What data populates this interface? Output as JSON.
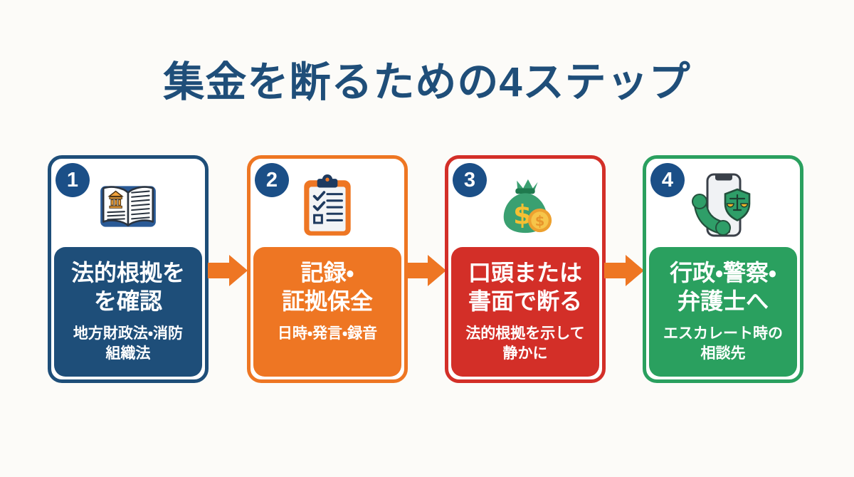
{
  "page": {
    "title": "集金を断るための4ステップ",
    "title_color": "#1f4e79",
    "background_color": "#fcfbf8",
    "arrow_color": "#ee7623",
    "badge_color": "#1b4f87"
  },
  "steps": [
    {
      "number": "1",
      "icon": "law-book-icon",
      "color": "#1e4e79",
      "title_line1": "法的根拠を",
      "title_line2": "を確認",
      "subtitle_line1": "地方財政法・消防",
      "subtitle_line2": "組織法"
    },
    {
      "number": "2",
      "icon": "clipboard-checklist-icon",
      "color": "#ee7623",
      "title_line1": "記録・",
      "title_line2": "証拠保全",
      "subtitle_line1": "日時・発言・録音",
      "subtitle_line2": ""
    },
    {
      "number": "3",
      "icon": "money-bag-icon",
      "color": "#d32f28",
      "title_line1": "口頭または",
      "title_line2": "書面で断る",
      "subtitle_line1": "法的根拠を示して",
      "subtitle_line2": "静かに"
    },
    {
      "number": "4",
      "icon": "phone-shield-icon",
      "color": "#2aa05f",
      "title_line1": "行政・警察・",
      "title_line2": "弁護士へ",
      "subtitle_line1": "エスカレート時の",
      "subtitle_line2": "相談先"
    }
  ]
}
